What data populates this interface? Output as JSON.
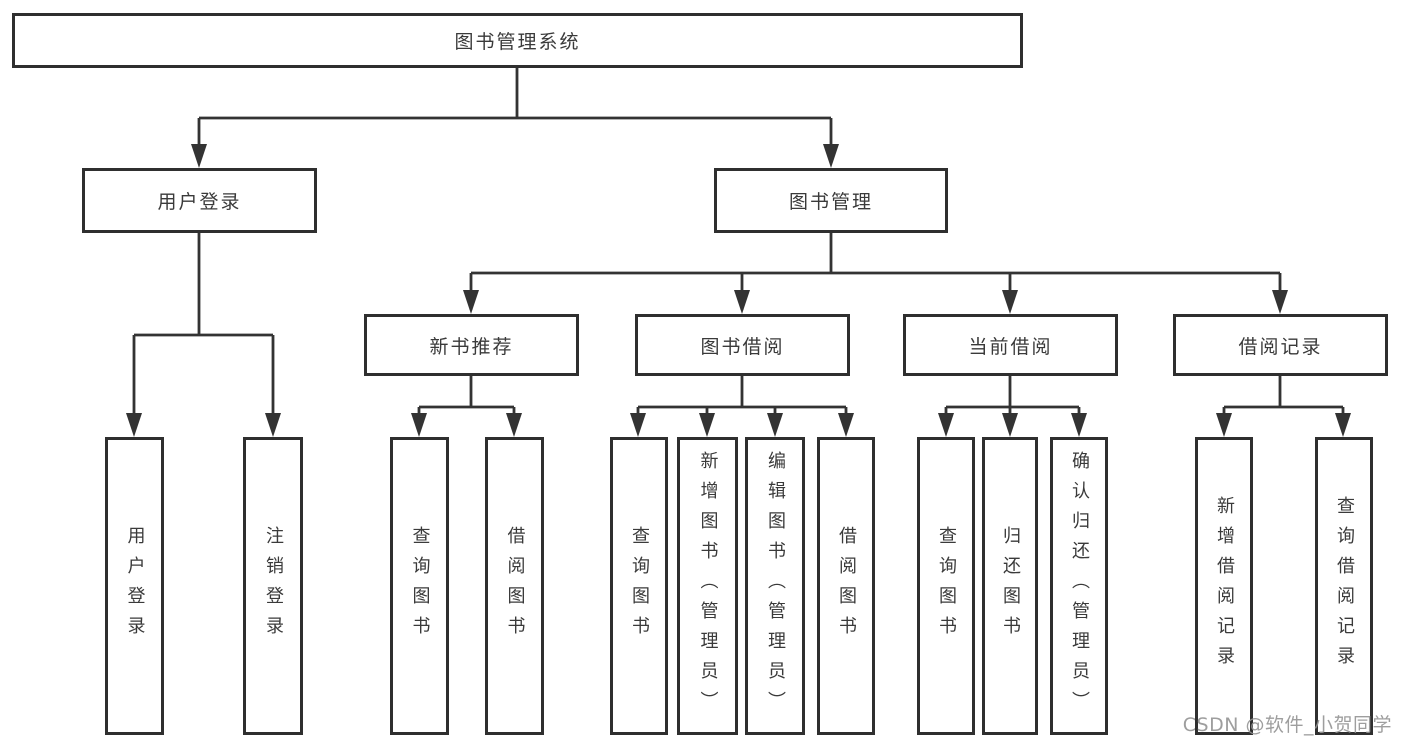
{
  "tree": {
    "root": {
      "label": "图书管理系统"
    },
    "children": [
      {
        "label": "用户登录",
        "children": [
          {
            "label": "用户登录"
          },
          {
            "label": "注销登录"
          }
        ]
      },
      {
        "label": "图书管理",
        "children": [
          {
            "label": "新书推荐",
            "children": [
              {
                "label": "查询图书"
              },
              {
                "label": "借阅图书"
              }
            ]
          },
          {
            "label": "图书借阅",
            "children": [
              {
                "label": "查询图书"
              },
              {
                "label": "新增图书（管理员）"
              },
              {
                "label": "编辑图书（管理员）"
              },
              {
                "label": "借阅图书"
              }
            ]
          },
          {
            "label": "当前借阅",
            "children": [
              {
                "label": "查询图书"
              },
              {
                "label": "归还图书"
              },
              {
                "label": "确认归还（管理员）"
              }
            ]
          },
          {
            "label": "借阅记录",
            "children": [
              {
                "label": "新增借阅记录"
              },
              {
                "label": "查询借阅记录"
              }
            ]
          }
        ]
      }
    ]
  },
  "watermark": {
    "text": "CSDN @软件_小贺同学"
  },
  "colors": {
    "line": "#333333",
    "box_border": "#2f2f2f",
    "text": "#3a3a3a",
    "background": "#ffffff",
    "watermark": "#949494"
  }
}
